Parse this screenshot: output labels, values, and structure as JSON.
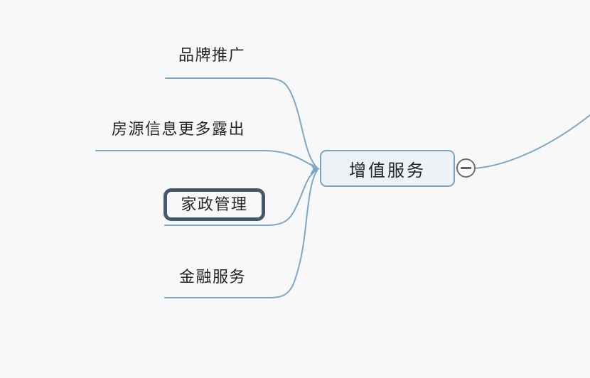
{
  "canvas": {
    "background_color": "#f8f8f8"
  },
  "colors": {
    "branch_line": "#7da6c8",
    "main_topic_border": "#7ba3c4",
    "main_topic_fill": "#edf2f6",
    "selected_outline": "#44596b",
    "text": "#262626",
    "collapse_ring": "#6e6e6e",
    "collapse_fill": "#fbfbfb",
    "minus": "#5f5f5f"
  },
  "main_topic": {
    "label": "增值服务"
  },
  "collapse_button": {
    "icon": "minus-icon",
    "state": "expanded"
  },
  "subtopics": [
    {
      "label": "品牌推广",
      "selected": false
    },
    {
      "label": "房源信息更多露出",
      "selected": false
    },
    {
      "label": "家政管理",
      "selected": true
    },
    {
      "label": "金融服务",
      "selected": false
    }
  ]
}
